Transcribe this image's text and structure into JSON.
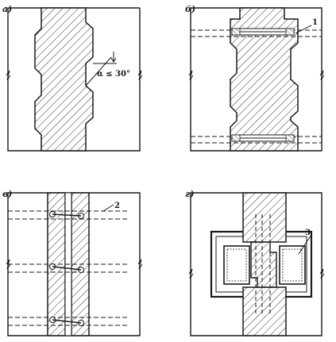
{
  "panels": {
    "a": {
      "label": "а)",
      "angle_label": "α ≤ 30°"
    },
    "b": {
      "label": "б)",
      "callout": "1"
    },
    "v": {
      "label": "в)",
      "callout": "2"
    },
    "g": {
      "label": "г)",
      "callout": "3"
    }
  },
  "colors": {
    "ink": "#1a1a1a",
    "paper": "#ffffff"
  }
}
